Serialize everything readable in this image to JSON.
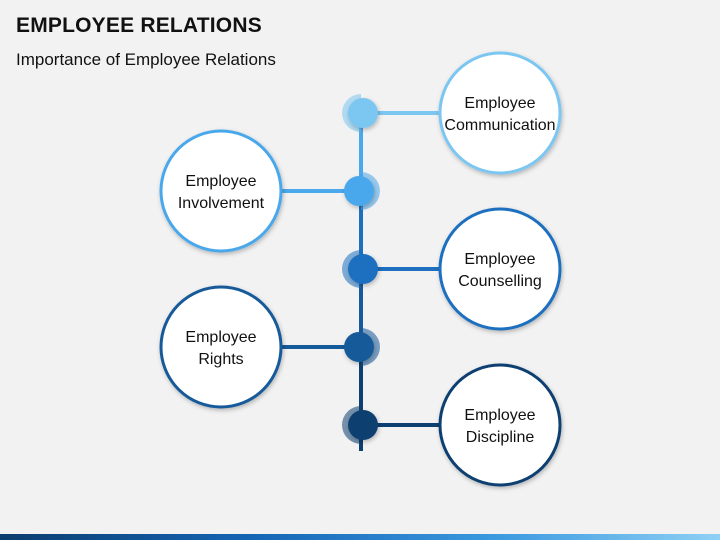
{
  "header": {
    "title": "EMPLOYEE RELATIONS",
    "subtitle": "Importance of Employee Relations"
  },
  "nodes": [
    {
      "line1": "Employee",
      "line2": "Communication",
      "side": "right",
      "color": "#7cc6f2"
    },
    {
      "line1": "Employee",
      "line2": "Involvement",
      "side": "left",
      "color": "#4aa8ec"
    },
    {
      "line1": "Employee",
      "line2": "Counselling",
      "side": "right",
      "color": "#1e6fbf"
    },
    {
      "line1": "Employee",
      "line2": "Rights",
      "side": "left",
      "color": "#155a9a"
    },
    {
      "line1": "Employee",
      "line2": "Discipline",
      "side": "right",
      "color": "#0d3f70"
    }
  ]
}
